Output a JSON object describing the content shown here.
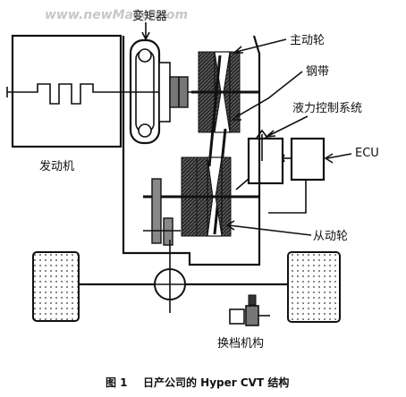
{
  "watermark": "www.newMaker.com",
  "labels": {
    "torque_converter": "变矩器",
    "drive_pulley": "主动轮",
    "steel_belt": "钢带",
    "hydraulic_control": "液力控制系统",
    "ecu": "ECU",
    "engine": "发动机",
    "driven_pulley": "从动轮",
    "shift_mechanism": "换档机构"
  },
  "caption": {
    "number": "图 1",
    "text": "日产公司的 Hyper CVT 结构"
  }
}
